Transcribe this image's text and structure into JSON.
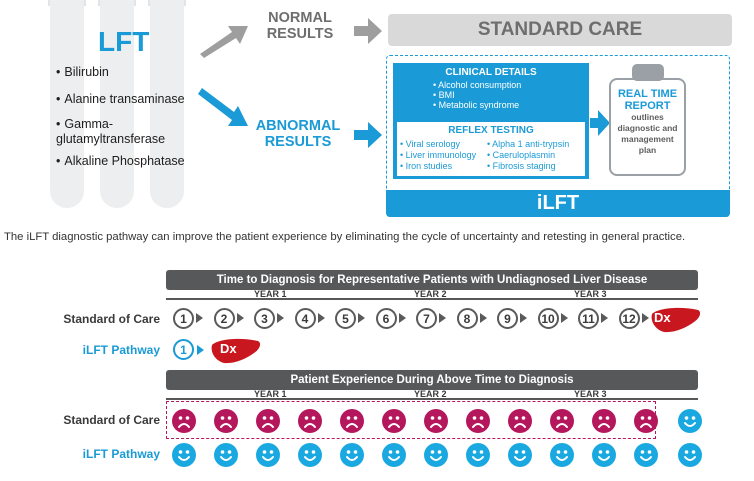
{
  "lft": {
    "title": "LFT",
    "tests": [
      "Bilirubin",
      "Alanine transaminase",
      "Gamma-glutamyltransferase",
      "Alkaline Phosphatase"
    ],
    "gamma_line1": "Gamma-",
    "gamma_line2": "glutamyltransferase"
  },
  "results": {
    "normal_line1": "NORMAL",
    "normal_line2": "RESULTS",
    "abnormal_line1": "ABNORMAL",
    "abnormal_line2": "RESULTS"
  },
  "standard_care": "STANDARD CARE",
  "clinical": {
    "title": "CLINICAL DETAILS",
    "items": [
      "Alcohol consumption",
      "BMI",
      "Metabolic syndrome"
    ]
  },
  "reflex": {
    "title": "REFLEX TESTING",
    "left": [
      "Viral serology",
      "Liver immunology",
      "Iron studies"
    ],
    "right": [
      "Alpha 1 anti-trypsin",
      "Caeruloplasmin",
      "Fibrosis staging"
    ]
  },
  "ilft_label": "iLFT",
  "report": {
    "title_line1": "REAL TIME",
    "title_line2": "REPORT",
    "desc_line1": "outlines",
    "desc_line2": "diagnostic and",
    "desc_line3": "management",
    "desc_line4": "plan"
  },
  "caption": "The iLFT diagnostic pathway can improve the patient experience by eliminating the cycle of uncertainty and retesting in general practice.",
  "timeline": {
    "title": "Time to Diagnosis for Representative Patients with Undiagnosed Liver Disease",
    "years": [
      "YEAR 1",
      "YEAR 2",
      "YEAR 3"
    ],
    "standard_label": "Standard of Care",
    "ilft_label": "iLFT Pathway",
    "steps": [
      "1",
      "2",
      "3",
      "4",
      "5",
      "6",
      "7",
      "8",
      "9",
      "10",
      "11",
      "12"
    ],
    "ilft_steps": [
      "1"
    ],
    "dx": "Dx"
  },
  "experience": {
    "title": "Patient Experience During Above Time to Diagnosis",
    "years": [
      "YEAR 1",
      "YEAR 2",
      "YEAR 3"
    ],
    "standard_label": "Standard of Care",
    "ilft_label": "iLFT Pathway",
    "standard_sad_count": 12,
    "standard_happy_count": 1,
    "ilft_happy_count": 13
  },
  "colors": {
    "blue": "#1a9ad6",
    "magenta": "#b5175c",
    "liver_red": "#c8171e",
    "dark_grey": "#56585a",
    "light_grey": "#d9d9d9"
  }
}
